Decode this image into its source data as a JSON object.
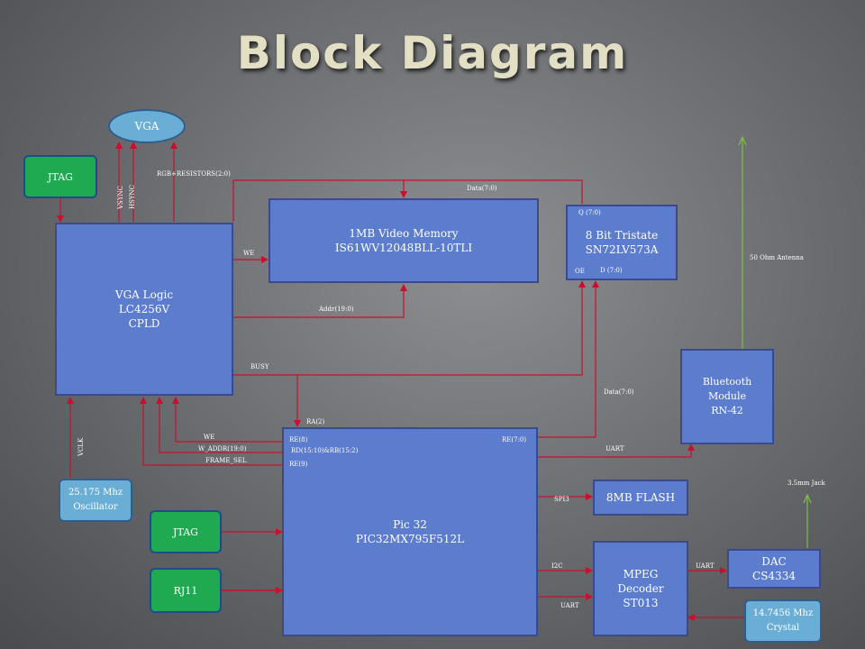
{
  "title": "Block Diagram",
  "blocks": {
    "vga": "VGA",
    "jtag_top": "JTAG",
    "vga_logic": [
      "VGA Logic",
      "",
      "LC4256V",
      "CPLD"
    ],
    "video_memory": [
      "1MB Video Memory",
      "IS61WV12048BLL-10TLI"
    ],
    "tristate": [
      "8 Bit Tristate",
      "SN72LV573A"
    ],
    "tristate_q": "Q (7:0)",
    "tristate_oe": "OE",
    "tristate_d": "D (7:0)",
    "bluetooth": [
      "Bluetooth",
      "Module",
      "RN-42"
    ],
    "oscillator": [
      "25.175 Mhz",
      "Oscillator"
    ],
    "jtag_bottom": "JTAG",
    "rj11": "RJ11",
    "pic": [
      "Pic 32",
      "PIC32MX795F512L"
    ],
    "flash": "8MB FLASH",
    "mpeg": [
      "MPEG",
      "Decoder",
      "ST013"
    ],
    "dac": [
      "DAC",
      "CS4334"
    ],
    "crystal": [
      "14.7456 Mhz",
      "Crystal"
    ]
  },
  "labels": {
    "vsync": "VSYNC",
    "hsync": "HSYNC",
    "rgb": "RGB+RESISTORS(2:0)",
    "data_top": "Data(7:0)",
    "we_top": "WE",
    "addr": "Addr(19:0)",
    "busy": "BUSY",
    "antenna": "50 Ohm Antenna",
    "data_right": "Data(7:0)",
    "ra2": "RA(2)",
    "we_bottom": "WE",
    "w_addr": "W_ADDR(19:0)",
    "frame_sel": "FRAME_SEL",
    "re8": "RE(8)",
    "rd": "RD(15:10)&RB(15:2)",
    "re9": "RE(9)",
    "re70": "RE(7:0)",
    "uart_bt": "UART",
    "vclk": "VCLK",
    "spi3": "SPI3",
    "jack": "3.5mm Jack",
    "i2c": "I2C",
    "uart_dac": "UART",
    "uart_mpeg": "UART"
  },
  "colors": {
    "block_blue": "#5c7ccd",
    "block_green": "#1faa52",
    "block_teal": "#6aaed6",
    "wire_red": "#c8102e",
    "antenna_green": "#7bc043"
  }
}
